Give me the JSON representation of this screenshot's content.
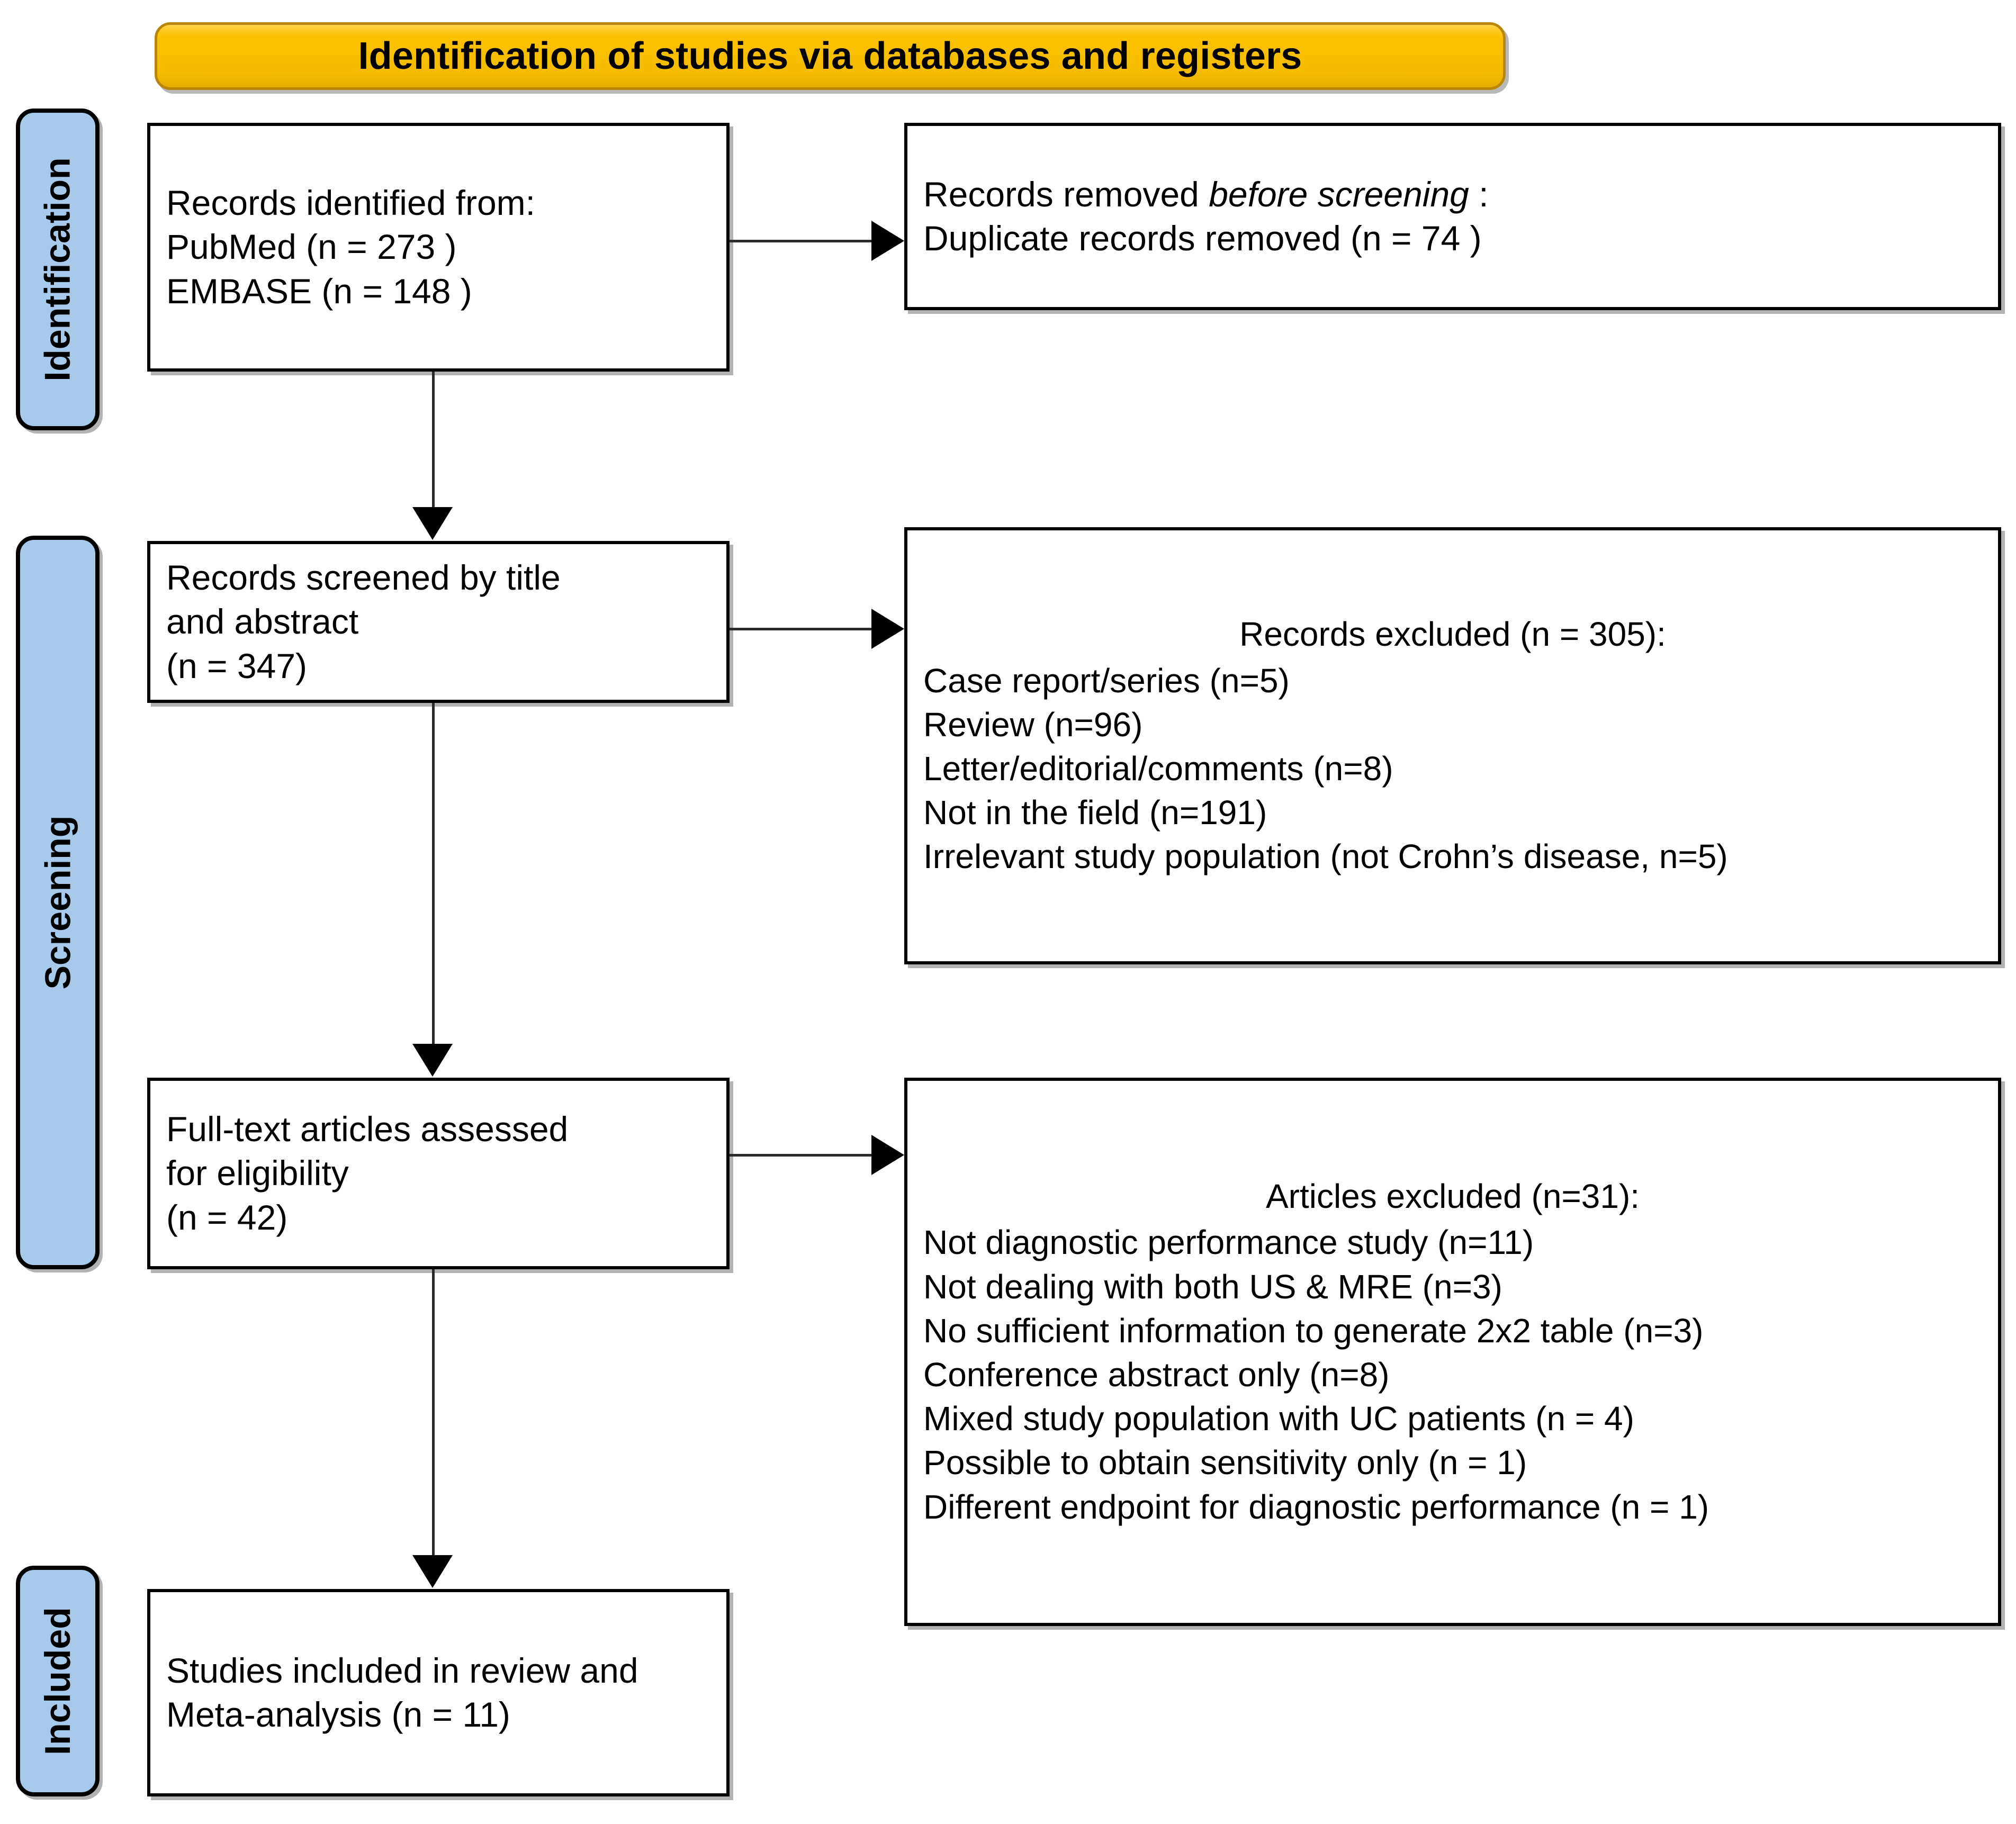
{
  "banner": {
    "title": "Identification of studies via databases and registers",
    "background_color": "#FCC200",
    "border_color": "#B8860B"
  },
  "stages": {
    "background_color": "#A8CAEA",
    "identification": "Identification",
    "screening": "Screening",
    "included": "Included"
  },
  "nodes": {
    "identified": {
      "line1": "Records identified from:",
      "line2": "PubMed (n = 273 )",
      "line3": "EMBASE (n = 148 )"
    },
    "removed": {
      "line1_prefix": "Records removed ",
      "line1_italic": "before screening",
      "line1_suffix": " :",
      "line2": "Duplicate records removed  (n = 74 )"
    },
    "screened": {
      "line1": "Records screened by title",
      "line2": "and abstract",
      "line3": "(n = 347)"
    },
    "records_excluded": {
      "heading": "Records excluded (n = 305):",
      "items": [
        "Case report/series (n=5)",
        "Review (n=96)",
        "Letter/editorial/comments (n=8)",
        "Not in the field (n=191)",
        "Irrelevant study population (not Crohn’s disease, n=5)"
      ]
    },
    "fulltext": {
      "line1": "Full-text articles assessed",
      "line2": "for eligibility",
      "line3": "(n = 42)"
    },
    "articles_excluded": {
      "heading": "Articles excluded (n=31):",
      "items": [
        "Not diagnostic performance study (n=11)",
        "Not dealing with both US & MRE (n=3)",
        "No sufficient information to generate 2x2 table (n=3)",
        "Conference abstract only (n=8)",
        "Mixed study population with UC patients (n = 4)",
        "Possible to obtain sensitivity only (n = 1)",
        "Different endpoint for diagnostic performance (n = 1)"
      ]
    },
    "included": {
      "line1": "Studies included in review and",
      "line2": "Meta-analysis (n = 11)"
    }
  }
}
